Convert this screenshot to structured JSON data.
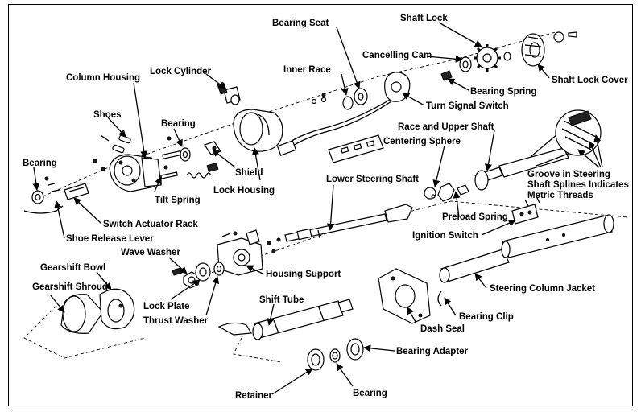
{
  "labels": {
    "bearing_seat": "Bearing Seat",
    "shaft_lock": "Shaft Lock",
    "cancelling_cam": "Cancelling Cam",
    "inner_race": "Inner Race",
    "shaft_lock_cover": "Shaft Lock Cover",
    "bearing_spring": "Bearing Spring",
    "lock_cylinder": "Lock Cylinder",
    "column_housing": "Column Housing",
    "turn_signal_switch": "Turn Signal Switch",
    "shoes": "Shoes",
    "bearing_top": "Bearing",
    "race_and_upper_shaft": "Race and Upper Shaft",
    "centering_sphere": "Centering Sphere",
    "bearing_left": "Bearing",
    "shield": "Shield",
    "groove_line1": "Groove in Steering",
    "groove_line2": "Shaft Splines Indicates",
    "groove_line3": "Metric Threads",
    "lock_housing": "Lock Housing",
    "tilt_spring": "Tilt Spring",
    "lower_steering_shaft": "Lower Steering Shaft",
    "switch_actuator_rack": "Switch Actuator Rack",
    "preload_spring": "Preload Spring",
    "ignition_switch": "Ignition Switch",
    "shoe_release_lever": "Shoe Release Lever",
    "wave_washer": "Wave Washer",
    "gearshift_bowl": "Gearshift Bowl",
    "housing_support": "Housing Support",
    "gearshift_shroud": "Gearshift Shroud",
    "steering_column_jacket": "Steering Column Jacket",
    "shift_tube": "Shift Tube",
    "lock_plate": "Lock Plate",
    "bearing_clip": "Bearing Clip",
    "thrust_washer": "Thrust Washer",
    "dash_seal": "Dash Seal",
    "bearing_adapter": "Bearing Adapter",
    "retainer": "Retainer",
    "bearing_bottom": "Bearing"
  }
}
